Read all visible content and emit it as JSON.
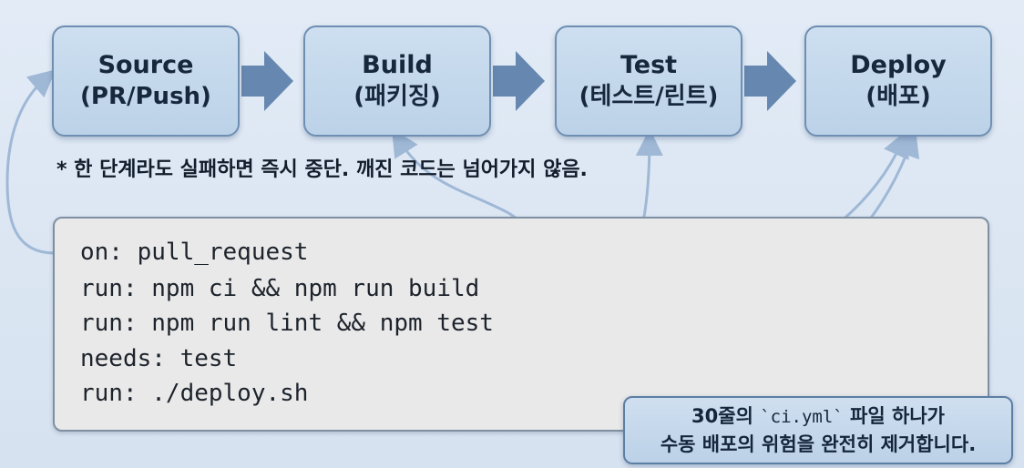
{
  "stages": [
    {
      "title": "Source",
      "subtitle": "(PR/Push)"
    },
    {
      "title": "Build",
      "subtitle": "(패키징)"
    },
    {
      "title": "Test",
      "subtitle": "(테스트/린트)"
    },
    {
      "title": "Deploy",
      "subtitle": "(배포)"
    }
  ],
  "note": "* 한 단계라도 실패하면 즉시 중단. 깨진 코드는 넘어가지 않음.",
  "code_lines": [
    "on: pull_request",
    "run: npm ci && npm run build",
    "run: npm run lint && npm test",
    "needs: test",
    "run: ./deploy.sh"
  ],
  "callout": {
    "line1_prefix": "30줄의 ",
    "line1_code": "`ci.yml`",
    "line1_suffix": " 파일 하나가",
    "line2": "수동 배포의 위험을 완전히 제거합니다."
  },
  "colors": {
    "stage_fill": "#c4d7eb",
    "stage_border": "#6f8fb2",
    "arrow": "#6688b0",
    "connector": "#9fb8d6"
  }
}
